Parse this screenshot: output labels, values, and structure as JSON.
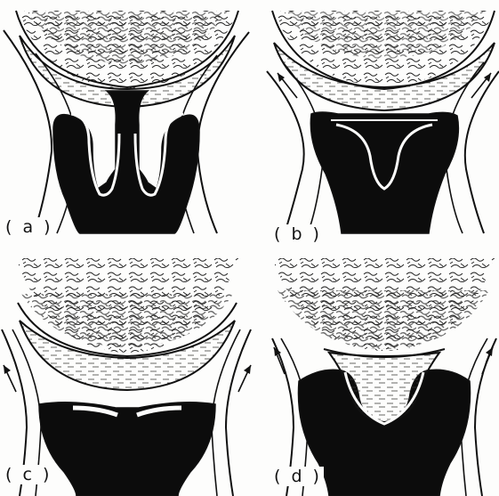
{
  "panels": [
    {
      "id": "a",
      "label": "( a )"
    },
    {
      "id": "b",
      "label": "( b )"
    },
    {
      "id": "c",
      "label": "( c )"
    },
    {
      "id": "d",
      "label": "( d )"
    }
  ],
  "colors": {
    "ink": "#111111",
    "paper": "#fdfdfc",
    "fill": "#0c0c0c"
  }
}
